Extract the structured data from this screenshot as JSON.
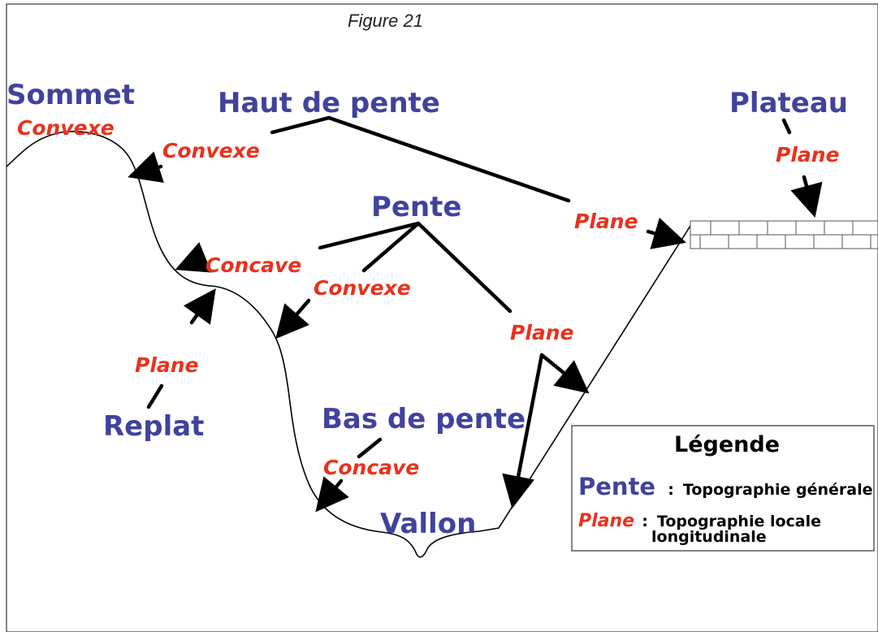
{
  "figure": {
    "caption": "Figure 21"
  },
  "labels": {
    "sommet": "Sommet",
    "sommet_forme": "Convexe",
    "haut_de_pente": "Haut de pente",
    "haut_convexe": "Convexe",
    "haut_plane": "Plane",
    "plateau": "Plateau",
    "plateau_forme": "Plane",
    "pente": "Pente",
    "pente_concave": "Concave",
    "pente_convexe": "Convexe",
    "pente_plane": "Plane",
    "replat": "Replat",
    "replat_forme": "Plane",
    "bas_de_pente": "Bas de pente",
    "bas_concave": "Concave",
    "vallon": "Vallon"
  },
  "legend": {
    "title": "Légende",
    "entries": [
      {
        "key": "Pente",
        "separator": ":",
        "text": "Topographie générale"
      },
      {
        "key": "Plane",
        "separator": ":",
        "text_line1": "Topographie locale",
        "text_line2": "longitudinale"
      }
    ]
  },
  "colors": {
    "general": "#40439c",
    "local": "#e8321e",
    "line": "#000000"
  }
}
